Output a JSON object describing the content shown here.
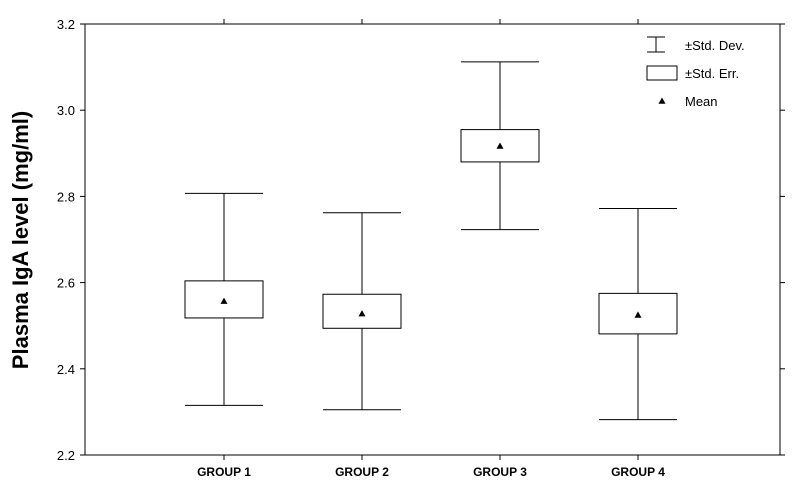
{
  "chart_data": {
    "type": "box",
    "title": "",
    "xlabel": "",
    "ylabel": "Plasma IgA level (mg/ml)",
    "ylim": [
      2.2,
      3.2
    ],
    "yticks": [
      "2.2",
      "2.4",
      "2.6",
      "2.8",
      "3.0",
      "3.2"
    ],
    "categories": [
      "GROUP 1",
      "GROUP 2",
      "GROUP 3",
      "GROUP 4"
    ],
    "series": [
      {
        "name": "Mean",
        "values": [
          2.557,
          2.528,
          2.917,
          2.525
        ]
      },
      {
        "name": "±Std. Err.",
        "low": [
          2.518,
          2.494,
          2.88,
          2.481
        ],
        "high": [
          2.604,
          2.573,
          2.955,
          2.575
        ]
      },
      {
        "name": "±Std. Dev.",
        "low": [
          2.315,
          2.305,
          2.723,
          2.282
        ],
        "high": [
          2.807,
          2.762,
          3.112,
          2.772
        ]
      }
    ],
    "legend": {
      "position": "top-right",
      "items": [
        "±Std. Dev.",
        "±Std. Err.",
        "Mean"
      ]
    },
    "grid": false
  }
}
